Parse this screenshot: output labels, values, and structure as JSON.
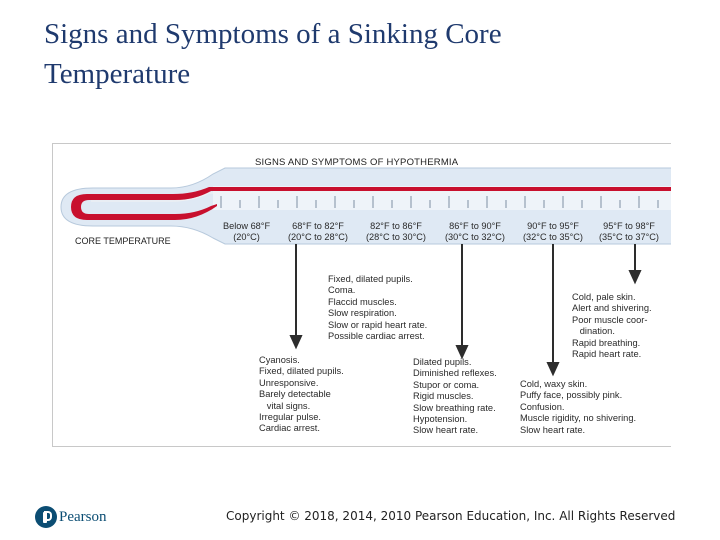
{
  "slide": {
    "title_line1": "Signs and Symptoms of a Sinking Core",
    "title_line2": "Temperature"
  },
  "figure": {
    "heading": "SIGNS AND SYMPTOMS OF HYPOTHERMIA",
    "core_label": "CORE TEMPERATURE",
    "ranges": [
      {
        "f": "Below 68°F",
        "c": "(20°C)"
      },
      {
        "f": "68°F to 82°F",
        "c": "(20°C to 28°C)"
      },
      {
        "f": "82°F to 86°F",
        "c": "(28°C to 30°C)"
      },
      {
        "f": "86°F to 90°F",
        "c": "(30°C to 32°C)"
      },
      {
        "f": "90°F to 95°F",
        "c": "(32°C to 35°C)"
      },
      {
        "f": "95°F to 98°F",
        "c": "(35°C to 37°C)"
      }
    ],
    "symptom_groups": [
      {
        "items": [
          "Cyanosis.",
          "Fixed, dilated pupils.",
          "Unresponsive.",
          "Barely detectable",
          "   vital signs.",
          "Irregular pulse.",
          "Cardiac arrest."
        ]
      },
      {
        "items": [
          "Fixed, dilated pupils.",
          "Coma.",
          "Flaccid muscles.",
          "Slow respiration.",
          "Slow or rapid heart rate.",
          "Possible cardiac arrest."
        ]
      },
      {
        "items": [
          "Dilated pupils.",
          "Diminished reflexes.",
          "Stupor or coma.",
          "Rigid muscles.",
          "Slow breathing rate.",
          "Hypotension.",
          "Slow heart rate."
        ]
      },
      {
        "items": [
          "Cold, waxy skin.",
          "Puffy face, possibly pink.",
          "Confusion.",
          "Muscle rigidity, no shivering.",
          "Slow heart rate."
        ]
      },
      {
        "items": [
          "Cold, pale skin.",
          "Alert and shivering.",
          "Poor muscle coor-",
          "   dination.",
          "Rapid breathing.",
          "Rapid heart rate."
        ]
      }
    ],
    "colors": {
      "mercury": "#c8102e",
      "tube": "#dfe9f4",
      "tube_edge": "#b7c9dc"
    }
  },
  "footer": {
    "logo_text": "Pearson",
    "copyright": "Copyright © 2018, 2014, 2010 Pearson Education, Inc. All Rights Reserved"
  },
  "icons": [
    "pearson-logo-icon"
  ]
}
